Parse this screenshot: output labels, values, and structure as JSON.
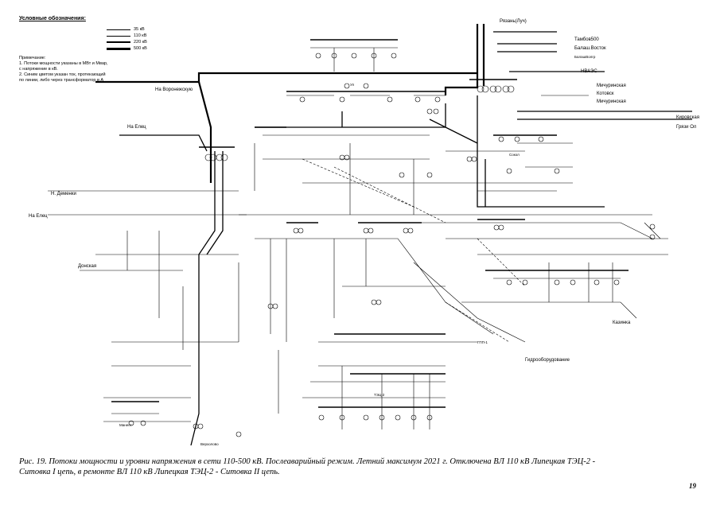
{
  "legend": {
    "title": "Условные обозначения:",
    "items": [
      {
        "voltage": "35 кВ"
      },
      {
        "voltage": "110 кВ"
      },
      {
        "voltage": "220 кВ"
      },
      {
        "voltage": "500 кВ"
      }
    ]
  },
  "notes": {
    "title": "Примечание:",
    "line1": "1. Потоки мощности указаны в МВт и Мвар,",
    "line2": "с напряжение в кВ.",
    "line3": "2. Синим цветом указан ток, протекающий",
    "line4": "по линии, либо через трансформатор в А"
  },
  "labels": {
    "ryazan": "Рязань(Луч)",
    "tambov500": "Тамбов500",
    "balash": "Балаш.Восток",
    "balash2": "БалашВолгр",
    "nvaes": "НВАЭС",
    "michurinsk": "Мичуринская",
    "kotovsk": "Котовск",
    "michurinsk2": "Мичуринская",
    "kirovskaya": "Кировская",
    "gryazi": "Грязи Ол",
    "voronezh": "На Воронежскую",
    "elets1": "На Елец",
    "demen": "Н. Деменки",
    "elets2": "На Елец",
    "donskaya": "Донская",
    "kazinka": "Казинка",
    "gidro": "Гидрооборудование",
    "manest": "Манест",
    "verhovie": "Верхолово",
    "node1": "Ул",
    "node2": "ТЭЦ-2",
    "node3": "ГПП-1",
    "node4": "Сокол"
  },
  "caption": {
    "line1": "Рис. 19. Потоки мощности и уровни напряжения в сети 110-500 кВ. Послеаварийный режим. Летний максимум  2021  г. Отключена ВЛ 110 кВ Липецкая ТЭЦ-2 -",
    "line2": "Ситовка  I  цепь, в ремонте ВЛ 110 кВ Липецкая ТЭЦ-2 - Ситовка  II  цепь."
  },
  "page_number": "19"
}
